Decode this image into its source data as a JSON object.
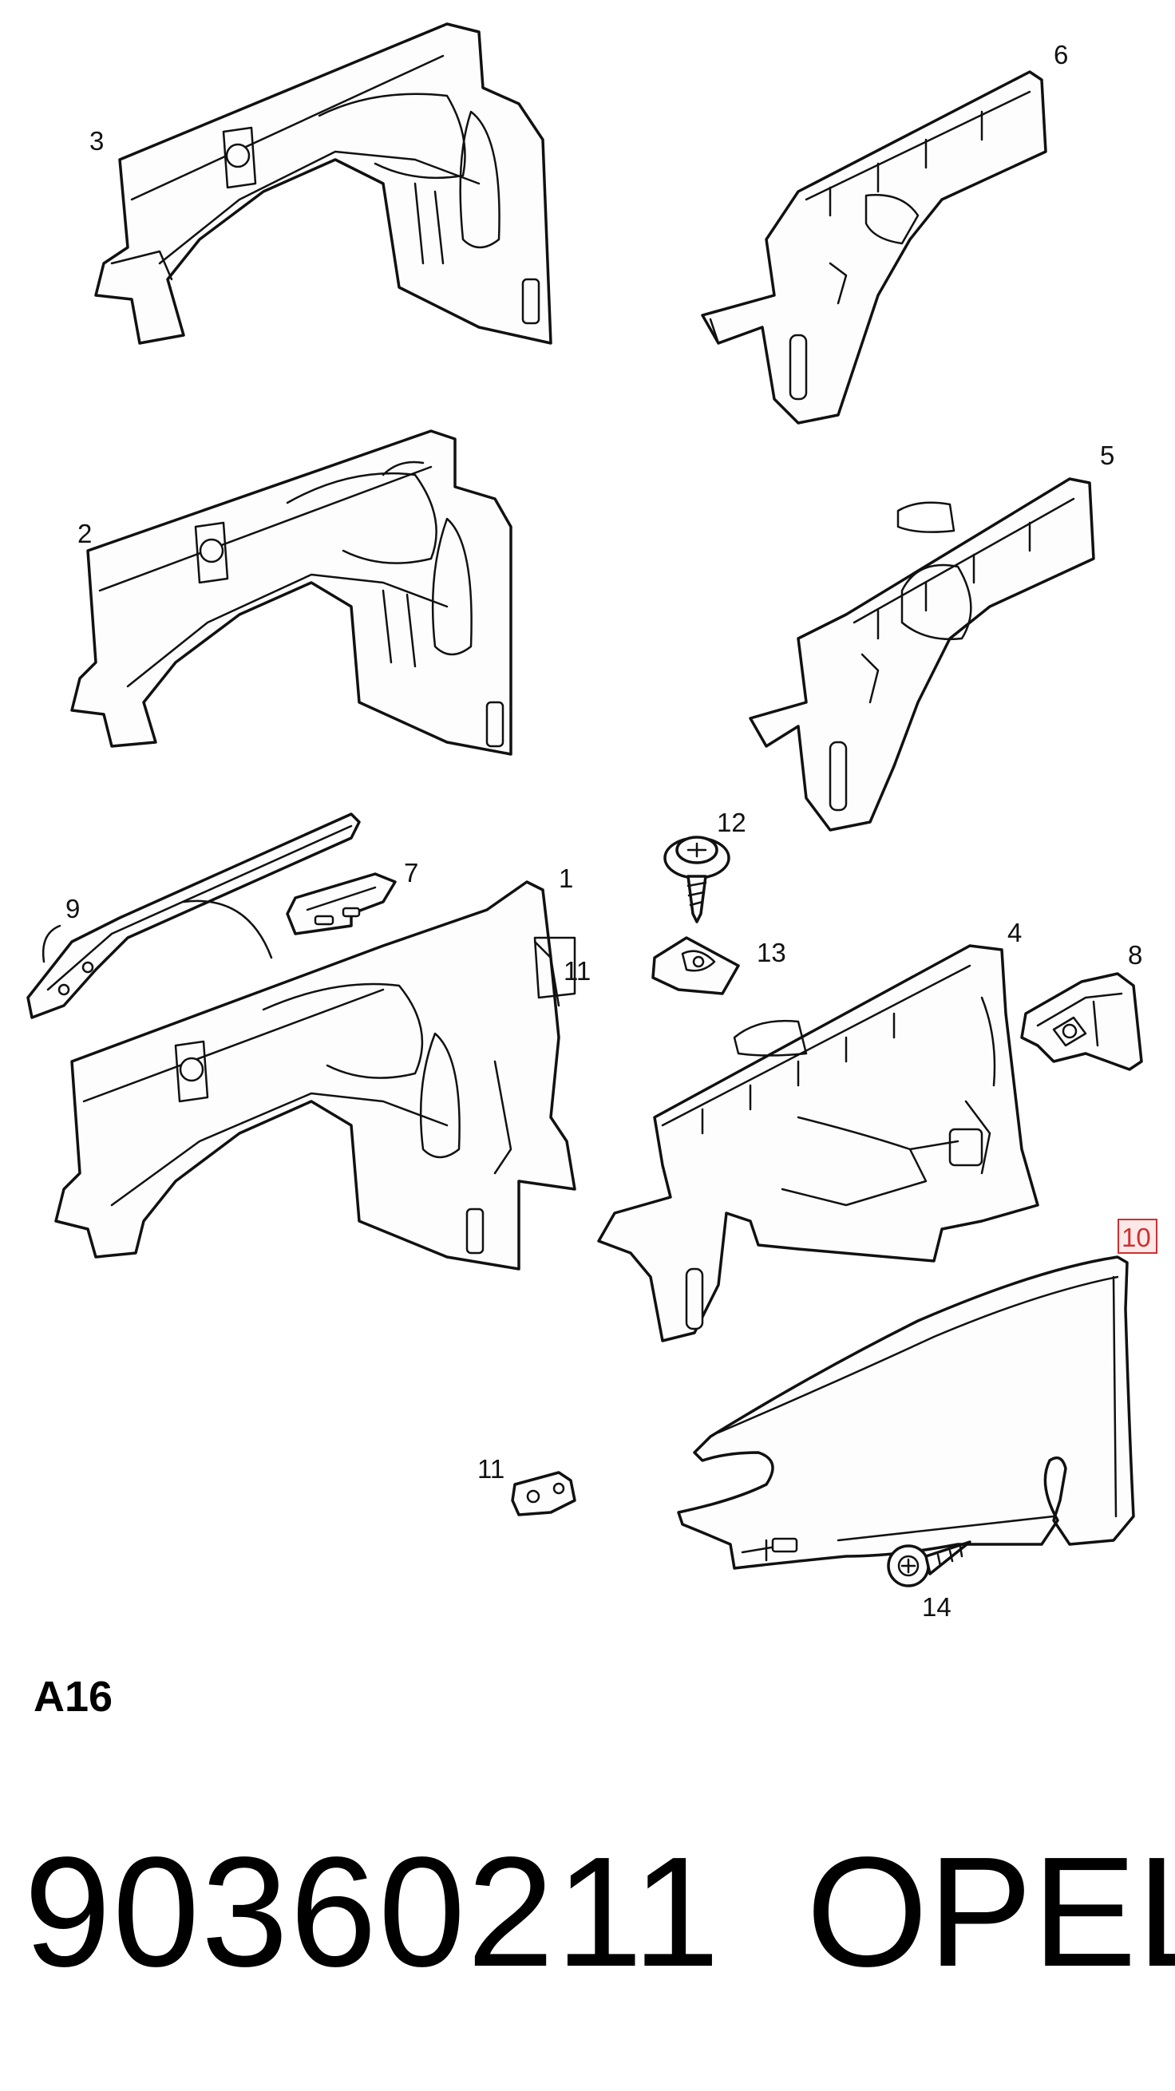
{
  "diagram": {
    "callouts": {
      "c1": "1",
      "c2": "2",
      "c3": "3",
      "c4": "4",
      "c5": "5",
      "c6": "6",
      "c7": "7",
      "c8": "8",
      "c9": "9",
      "c10": "10",
      "c11": "11",
      "c11b": "11",
      "c12": "12",
      "c13": "13",
      "c14": "14"
    },
    "highlighted_callout": "10",
    "highlight_color": "#d03030"
  },
  "footer": {
    "section": "A16",
    "part_number": "90360211",
    "brand": "OPEL"
  }
}
